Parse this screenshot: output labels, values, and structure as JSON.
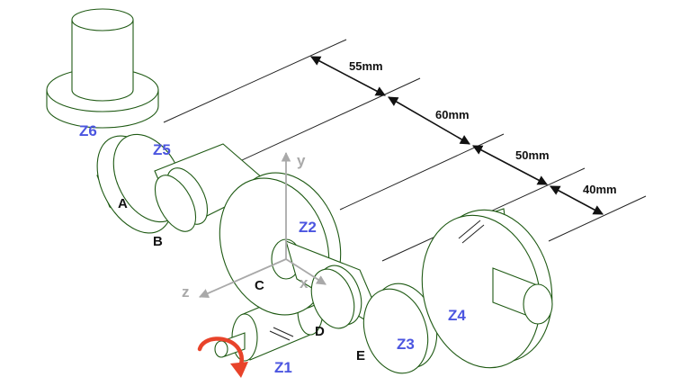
{
  "labels": {
    "gears": {
      "z1": "Z1",
      "z2": "Z2",
      "z3": "Z3",
      "z4": "Z4",
      "z5": "Z5",
      "z6": "Z6"
    },
    "points": {
      "a": "A",
      "b": "B",
      "c": "C",
      "d": "D",
      "e": "E"
    },
    "axes": {
      "x": "x",
      "y": "y",
      "z": "z"
    },
    "dimensions": [
      "55mm",
      "60mm",
      "50mm",
      "40mm"
    ]
  },
  "colors": {
    "outline": "#1f5a14",
    "gear_label": "#4b55e0",
    "axis": "#a9a9a9",
    "rotation_arrow": "#e8432a"
  },
  "icons": {
    "rotation": "curved-rotation-arrow-icon"
  }
}
